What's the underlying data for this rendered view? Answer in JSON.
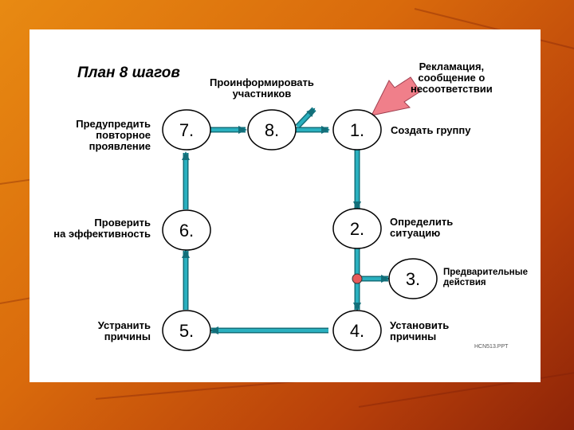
{
  "title": "План 8 шагов",
  "steps": {
    "s1": "1.",
    "s2": "2.",
    "s3": "3.",
    "s4": "4.",
    "s5": "5.",
    "s6": "6.",
    "s7": "7.",
    "s8": "8."
  },
  "labels": {
    "complaint": [
      "Рекламация,",
      "сообщение о",
      "несоответствии"
    ],
    "inform": [
      "Проинформировать",
      "участников"
    ],
    "create_group": "Создать группу",
    "define_situation": [
      "Определить",
      "ситуацию"
    ],
    "preliminary": [
      "Предварительные",
      "действия"
    ],
    "find_causes": [
      "Установить",
      "причины"
    ],
    "eliminate": [
      "Устранить",
      "причины"
    ],
    "check": [
      "Проверить",
      "на эффективность"
    ],
    "prevent": [
      "Предупредить",
      "повторное",
      "проявление"
    ]
  },
  "footer_code": "HCN513.PPT",
  "colors": {
    "connector": "#2ab0bf",
    "connector_dark": "#136f7a",
    "complaint_arrow": "#f07f8a",
    "junction_dot": "#e85a5a",
    "background": "#d9700d"
  }
}
